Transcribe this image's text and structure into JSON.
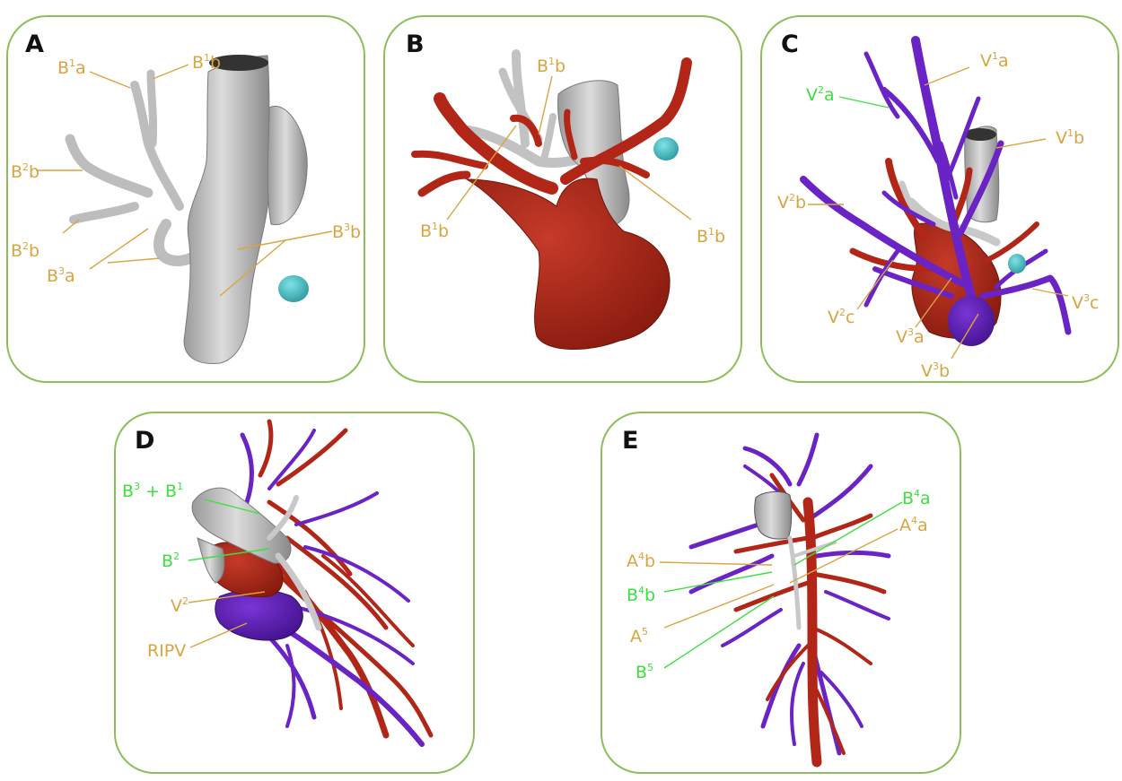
{
  "colors": {
    "frame": "#8cbf5a",
    "bronchus": "#c9c9c9",
    "bronchus_dark": "#8f8f8f",
    "artery": "#b62818",
    "artery_dark": "#7c160c",
    "vein": "#6a23c4",
    "vein_dark": "#3f1186",
    "nodule": "#3fb8bf",
    "label_orange": "#d9a441",
    "label_green": "#3ee040"
  },
  "panels": [
    {
      "letter": "A",
      "labels": [
        {
          "base": "B",
          "sup": "1",
          "suffix": "a",
          "color": "orange"
        },
        {
          "base": "B",
          "sup": "1",
          "suffix": "b",
          "color": "orange"
        },
        {
          "base": "B",
          "sup": "2",
          "suffix": "b",
          "color": "orange"
        },
        {
          "base": "B",
          "sup": "2",
          "suffix": "b",
          "color": "orange"
        },
        {
          "base": "B",
          "sup": "3",
          "suffix": "b",
          "color": "orange"
        },
        {
          "base": "B",
          "sup": "3",
          "suffix": "a",
          "color": "orange"
        }
      ]
    },
    {
      "letter": "B",
      "labels": [
        {
          "base": "B",
          "sup": "1",
          "suffix": "b",
          "color": "orange"
        },
        {
          "base": "B",
          "sup": "1",
          "suffix": "b",
          "color": "orange"
        },
        {
          "base": "B",
          "sup": "1",
          "suffix": "b",
          "color": "orange"
        }
      ]
    },
    {
      "letter": "C",
      "labels": [
        {
          "base": "V",
          "sup": "1",
          "suffix": "a",
          "color": "orange"
        },
        {
          "base": "V",
          "sup": "2",
          "suffix": "a",
          "color": "green"
        },
        {
          "base": "V",
          "sup": "1",
          "suffix": "b",
          "color": "orange"
        },
        {
          "base": "V",
          "sup": "2",
          "suffix": "b",
          "color": "orange"
        },
        {
          "base": "V",
          "sup": "2",
          "suffix": "c",
          "color": "orange"
        },
        {
          "base": "V",
          "sup": "3",
          "suffix": "a",
          "color": "orange"
        },
        {
          "base": "V",
          "sup": "3",
          "suffix": "c",
          "color": "orange"
        },
        {
          "base": "V",
          "sup": "3",
          "suffix": "b",
          "color": "orange"
        }
      ]
    },
    {
      "letter": "D",
      "labels": [
        {
          "base": "B",
          "sup": "3",
          "suffix": " + B",
          "sup2": "1",
          "color": "green"
        },
        {
          "base": "B",
          "sup": "2",
          "suffix": "",
          "color": "green"
        },
        {
          "base": "V",
          "sup": "2",
          "suffix": "",
          "color": "orange"
        },
        {
          "base": "RIPV",
          "sup": "",
          "suffix": "",
          "color": "orange"
        }
      ]
    },
    {
      "letter": "E",
      "labels": [
        {
          "base": "B",
          "sup": "4",
          "suffix": "a",
          "color": "green"
        },
        {
          "base": "A",
          "sup": "4",
          "suffix": "a",
          "color": "orange"
        },
        {
          "base": "A",
          "sup": "4",
          "suffix": "b",
          "color": "orange"
        },
        {
          "base": "B",
          "sup": "4",
          "suffix": "b",
          "color": "green"
        },
        {
          "base": "A",
          "sup": "5",
          "suffix": "",
          "color": "orange"
        },
        {
          "base": "B",
          "sup": "5",
          "suffix": "",
          "color": "green"
        }
      ]
    }
  ]
}
